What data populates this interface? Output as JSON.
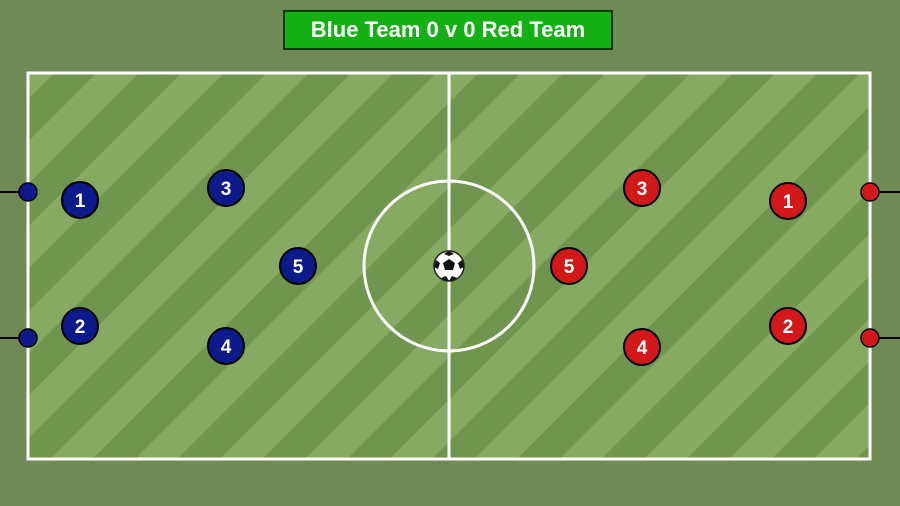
{
  "scoreboard": {
    "home_team": "Blue Team",
    "home_score": "0",
    "separator": "v",
    "away_score": "0",
    "away_team": "Red Team"
  },
  "colors": {
    "background": "#6e8a55",
    "pitch_light": "#86aa62",
    "pitch_dark": "#6f954e",
    "lines": "#ffffff",
    "blue_team": "#0c1a8c",
    "red_team": "#d21818",
    "scoreboard": "#14b014"
  },
  "teams": {
    "blue": {
      "players": [
        {
          "number": "1"
        },
        {
          "number": "2"
        },
        {
          "number": "3"
        },
        {
          "number": "4"
        },
        {
          "number": "5"
        }
      ]
    },
    "red": {
      "players": [
        {
          "number": "1"
        },
        {
          "number": "2"
        },
        {
          "number": "3"
        },
        {
          "number": "4"
        },
        {
          "number": "5"
        }
      ]
    }
  },
  "ball_icon": "soccer-ball-icon",
  "goal_post_icon": "goal-post-icon"
}
